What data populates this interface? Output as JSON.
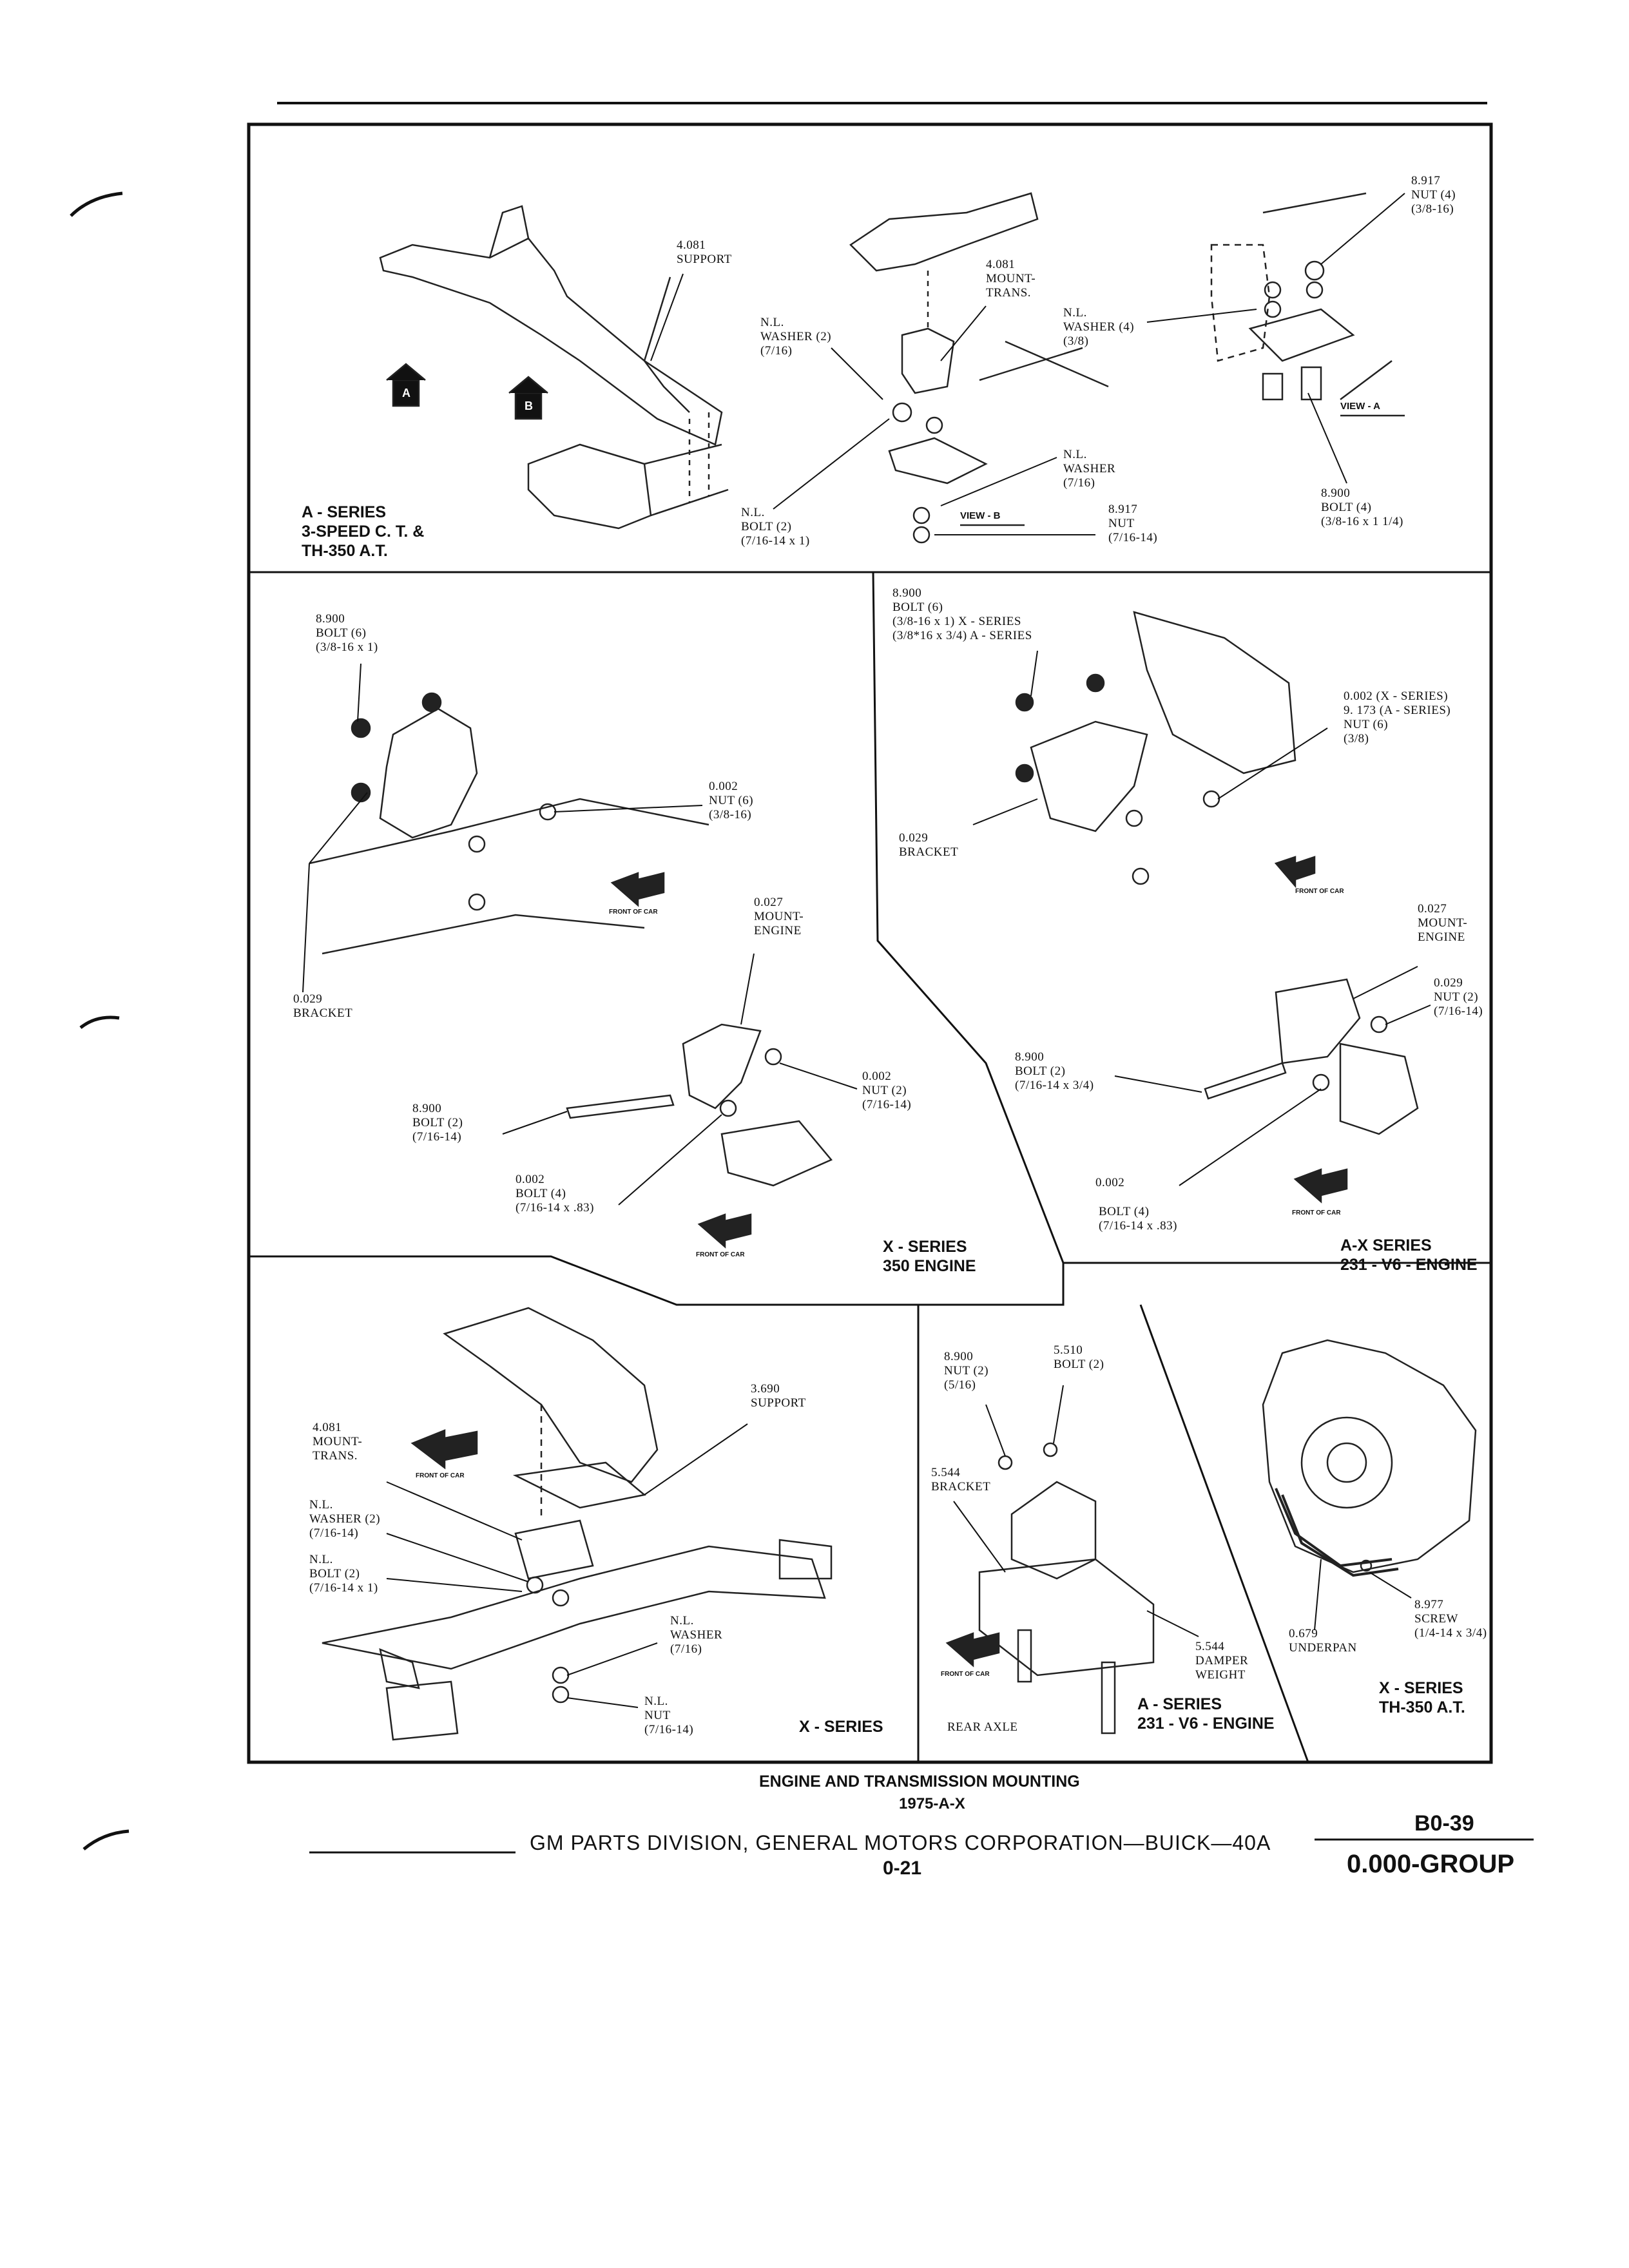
{
  "panel1": {
    "support": "4.081\nSUPPORT",
    "mount_trans": "4.081\nMOUNT-\nTRANS.",
    "nl_washer_716": "N.L.\nWASHER (2)\n(7/16)",
    "nl_washer_38": "N.L.\nWASHER (4)\n(3/8)",
    "nut_917": "8.917\nNUT (4)\n(3/8-16)",
    "nl_washer_b": "N.L.\nWASHER\n(7/16)",
    "nl_bolt": "N.L.\nBOLT (2)\n(7/16-14 x 1)",
    "nut_917b": "8.917\nNUT\n(7/16-14)",
    "bolt_900": "8.900\nBOLT (4)\n(3/8-16 x 1 1/4)",
    "view_a": "VIEW - A",
    "view_b": "VIEW - B",
    "badge_a": "A",
    "badge_b": "B",
    "caption": "A - SERIES\n3-SPEED C. T. &\nTH-350 A.T."
  },
  "panel2": {
    "bolt6": "8.900\nBOLT (6)\n(3/8-16 x 1)",
    "nut6": "0.002\nNUT (6)\n(3/8-16)",
    "mount_engine": "0.027\nMOUNT-\nENGINE",
    "bracket": "0.029\nBRACKET",
    "nut2": "0.002\nNUT (2)\n(7/16-14)",
    "bolt2": "8.900\nBOLT (2)\n(7/16-14)",
    "bolt4": "0.002\nBOLT (4)\n(7/16-14 x .83)",
    "front_of_car_1": "FRONT OF CAR",
    "front_of_car_2": "FRONT OF CAR",
    "caption": "X - SERIES\n350 ENGINE"
  },
  "panel3": {
    "bolt6": "8.900\nBOLT (6)\n(3/8-16 x 1) X - SERIES\n(3/8*16 x 3/4) A - SERIES",
    "nut6": "0.002 (X - SERIES)\n9. 173 (A - SERIES)\nNUT (6)\n(3/8)",
    "bracket": "0.029\nBRACKET",
    "mount_engine": "0.027\nMOUNT-\nENGINE",
    "nut2": "0.029\nNUT (2)\n(7/16-14)",
    "bolt2": "8.900\nBOLT (2)\n(7/16-14 x 3/4)",
    "bolt4_num": "0.002",
    "bolt4": "BOLT (4)\n(7/16-14 x .83)",
    "front_of_car_1": "FRONT OF CAR",
    "front_of_car_2": "FRONT OF CAR",
    "caption": "A-X SERIES\n231 - V6 - ENGINE"
  },
  "panel4": {
    "support": "3.690\nSUPPORT",
    "mount_trans": "4.081\nMOUNT-\nTRANS.",
    "washer2": "N.L.\nWASHER (2)\n(7/16-14)",
    "bolt2": "N.L.\nBOLT (2)\n(7/16-14 x 1)",
    "washer": "N.L.\nWASHER\n(7/16)",
    "nut": "N.L.\nNUT\n(7/16-14)",
    "front_of_car": "FRONT OF CAR",
    "caption": "X - SERIES"
  },
  "panel5": {
    "nut": "8.900\nNUT (2)\n(5/16)",
    "bolt": "5.510\nBOLT (2)",
    "bracket": "5.544\nBRACKET",
    "damper": "5.544\nDAMPER\nWEIGHT",
    "front_of_car": "FRONT OF CAR",
    "rear_axle": "REAR AXLE",
    "caption": "A - SERIES\n231 - V6 - ENGINE"
  },
  "panel6": {
    "screw": "8.977\nSCREW\n(1/4-14 x 3/4)",
    "underpan": "0.679\nUNDERPAN",
    "caption": "X - SERIES\nTH-350 A.T."
  },
  "figure_title": "ENGINE AND TRANSMISSION MOUNTING",
  "figure_subtitle": "1975-A-X",
  "page_code": "B0-39",
  "footer_text": "GM PARTS DIVISION, GENERAL MOTORS CORPORATION—BUICK—40A",
  "page_number": "0-21",
  "group": "0.000-GROUP"
}
